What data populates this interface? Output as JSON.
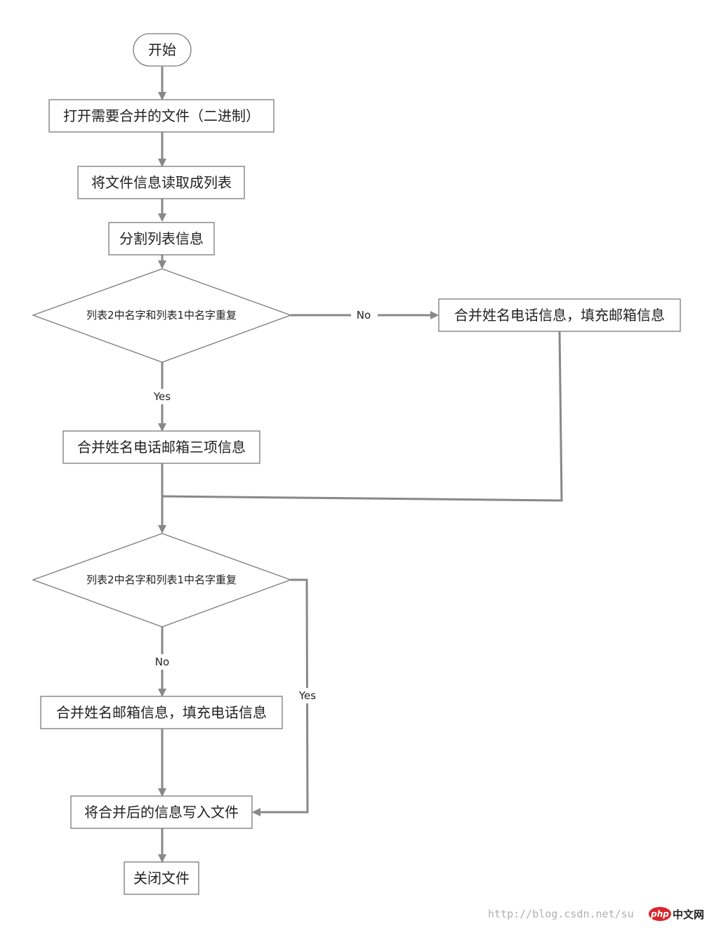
{
  "nodes": {
    "start": "开始",
    "open_files": "打开需要合并的文件（二进制）",
    "read_list": "将文件信息读取成列表",
    "split_list": "分割列表信息",
    "check_dup_1": "列表2中名字和列表1中名字重复",
    "merge_phone_fill_email": "合并姓名电话信息，填充邮箱信息",
    "merge_all_three": "合并姓名电话邮箱三项信息",
    "check_dup_2": "列表2中名字和列表1中名字重复",
    "merge_email_fill_phone": "合并姓名邮箱信息，填充电话信息",
    "write_file": "将合并后的信息写入文件",
    "close_file": "关闭文件"
  },
  "edges": {
    "dup1_no": "No",
    "dup1_yes": "Yes",
    "dup2_no": "No",
    "dup2_yes": "Yes"
  },
  "watermark": {
    "url": "http://blog.csdn.net/su",
    "logo_php": "php",
    "logo_cn": "中文网"
  },
  "colors": {
    "line": "#888888",
    "border": "#7a7a7a",
    "logo_red": "#d9262b"
  }
}
